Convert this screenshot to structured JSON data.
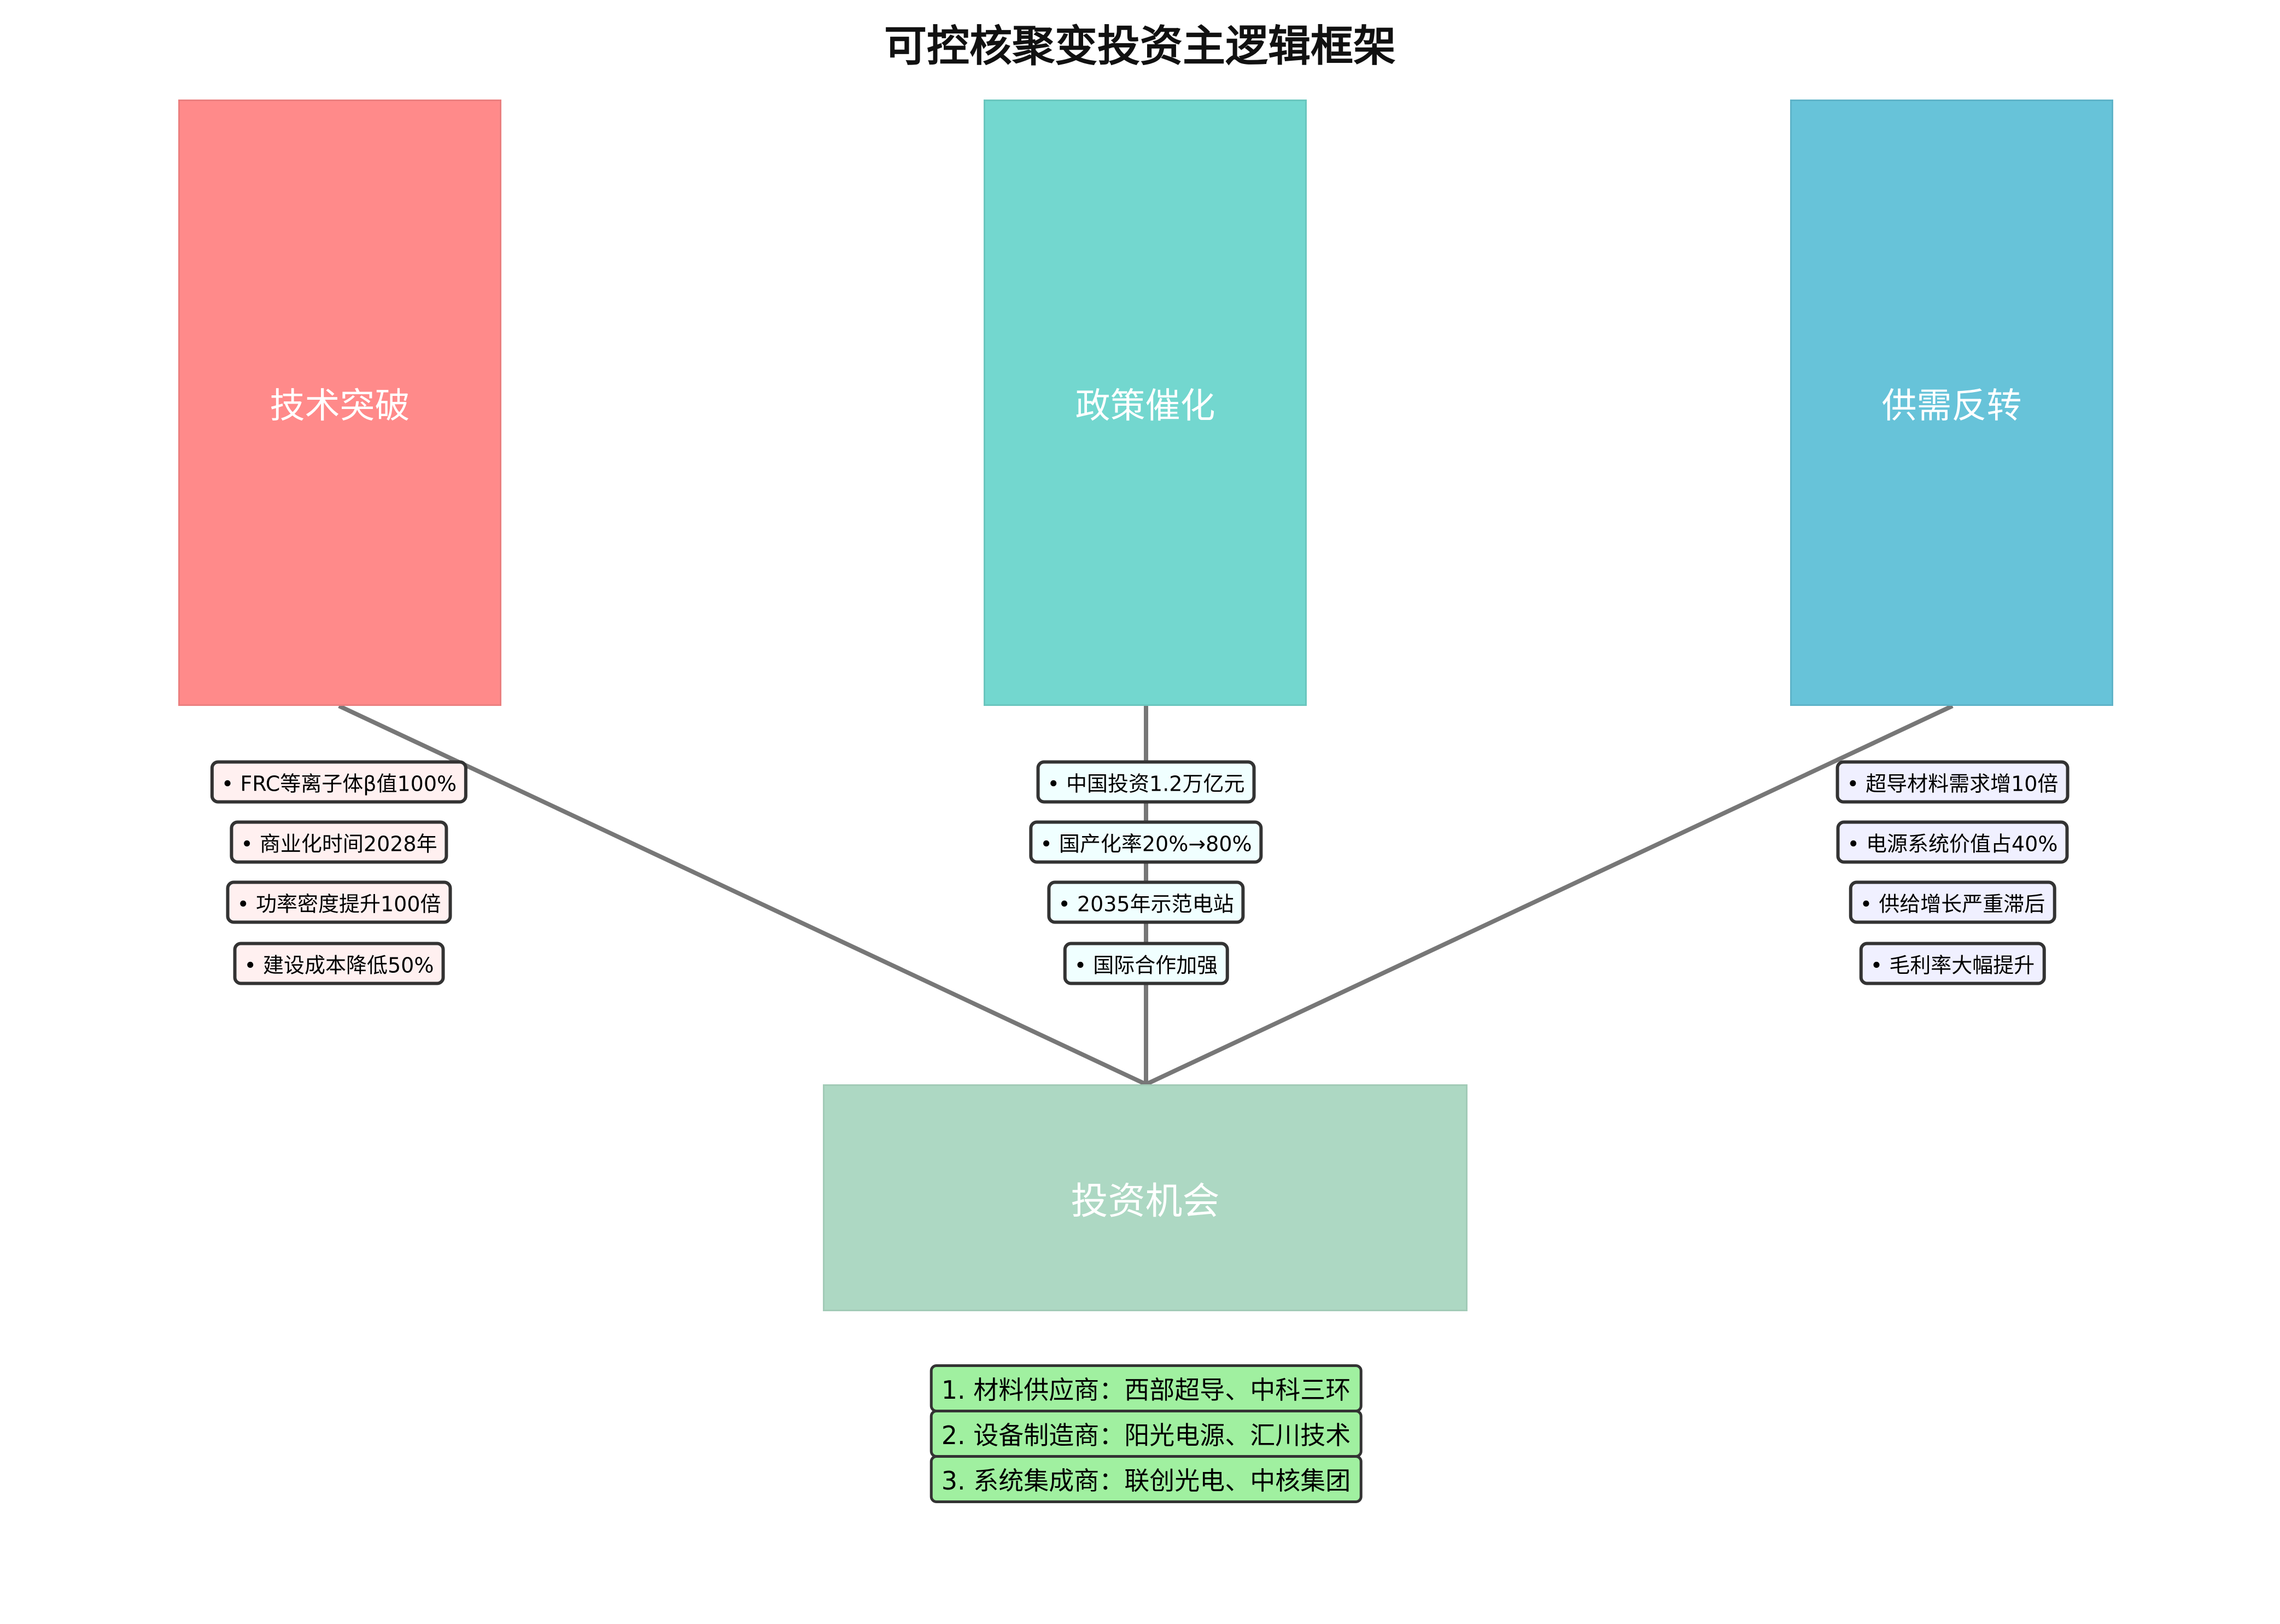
{
  "title": "可控核聚变投资主逻辑框架",
  "colors": {
    "tech": "#ff8a8a",
    "policy": "#73d7cf",
    "supply": "#67c3d9",
    "outcome": "#add8c3",
    "connector": "#777777"
  },
  "pillars": [
    {
      "label": "技术突破",
      "bullets": [
        "• FRC等离子体β值100%",
        "• 商业化时间2028年",
        "• 功率密度提升100倍",
        "• 建设成本降低50%"
      ]
    },
    {
      "label": "政策催化",
      "bullets": [
        "• 中国投资1.2万亿元",
        "• 国产化率20%→80%",
        "• 2035年示范电站",
        "• 国际合作加强"
      ]
    },
    {
      "label": "供需反转",
      "bullets": [
        "• 超导材料需求增10倍",
        "• 电源系统价值占40%",
        "• 供给增长严重滞后",
        "• 毛利率大幅提升"
      ]
    }
  ],
  "outcome": {
    "label": "投资机会",
    "items": [
      "1. 材料供应商：西部超导、中科三环",
      "2. 设备制造商：阳光电源、汇川技术",
      "3. 系统集成商：联创光电、中核集团"
    ]
  }
}
